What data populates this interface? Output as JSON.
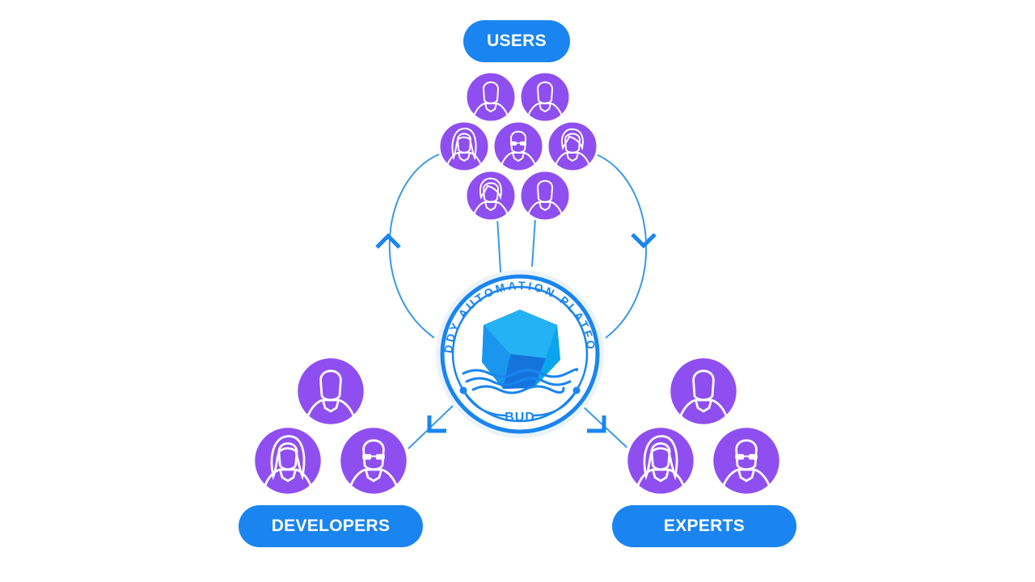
{
  "groups": {
    "users": {
      "label": "USERS"
    },
    "developers": {
      "label": "DEVELOPERS"
    },
    "experts": {
      "label": "EXPERTS"
    }
  },
  "platform": {
    "arc_text": "BUDDY AUTOMATION PLATFORM",
    "badge_text": "BUD",
    "logo_icon": "cube-logo-icon"
  },
  "colors": {
    "accent_blue": "#1a85f0",
    "avatar_purple": "#8f4ff0",
    "connector_blue": "#3a98e8"
  }
}
